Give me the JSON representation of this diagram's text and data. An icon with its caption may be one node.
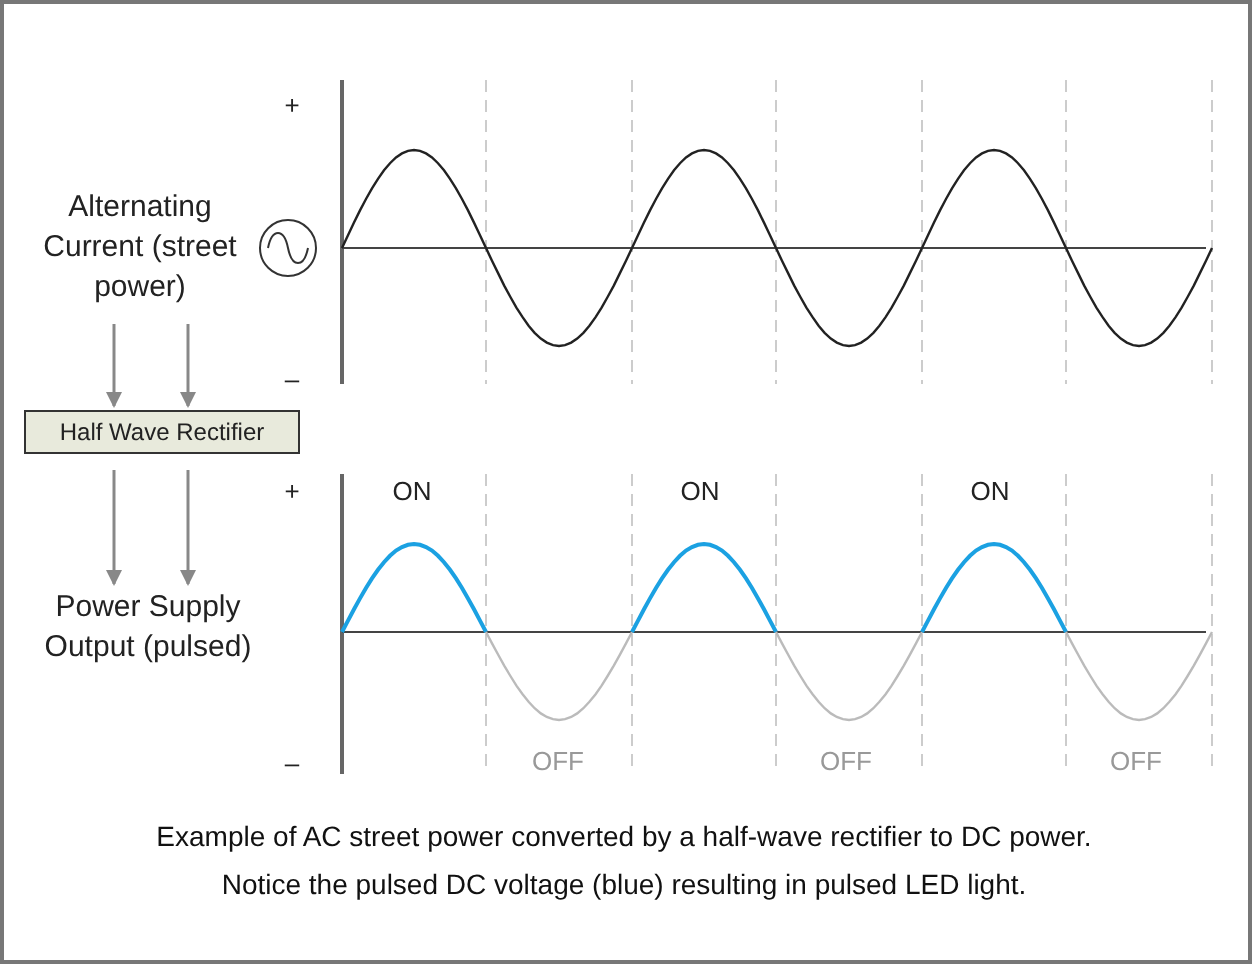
{
  "diagram": {
    "caption": "Example of AC street power converted by a half-wave rectifier to DC power.  Notice the pulsed DC voltage (blue) resulting in pulsed LED light.",
    "nodes": [
      {
        "text": [
          "Alternating Current (street power)"
        ]
      },
      {
        "text": [
          "Half Wave Rectifier"
        ]
      },
      {
        "text": [
          "Power Supply Output (pulsed)"
        ]
      }
    ],
    "edges": [
      {
        "from": 0,
        "to": 1,
        "arrow": "to"
      },
      {
        "from": 0,
        "to": 1,
        "arrow": "to"
      },
      {
        "from": 1,
        "to": 2,
        "arrow": "to"
      },
      {
        "from": 1,
        "to": 2,
        "arrow": "to"
      }
    ],
    "labels": [
      "+",
      "–",
      "+",
      "ON",
      "ON",
      "ON",
      "OFF",
      "OFF",
      "OFF",
      "–"
    ]
  }
}
